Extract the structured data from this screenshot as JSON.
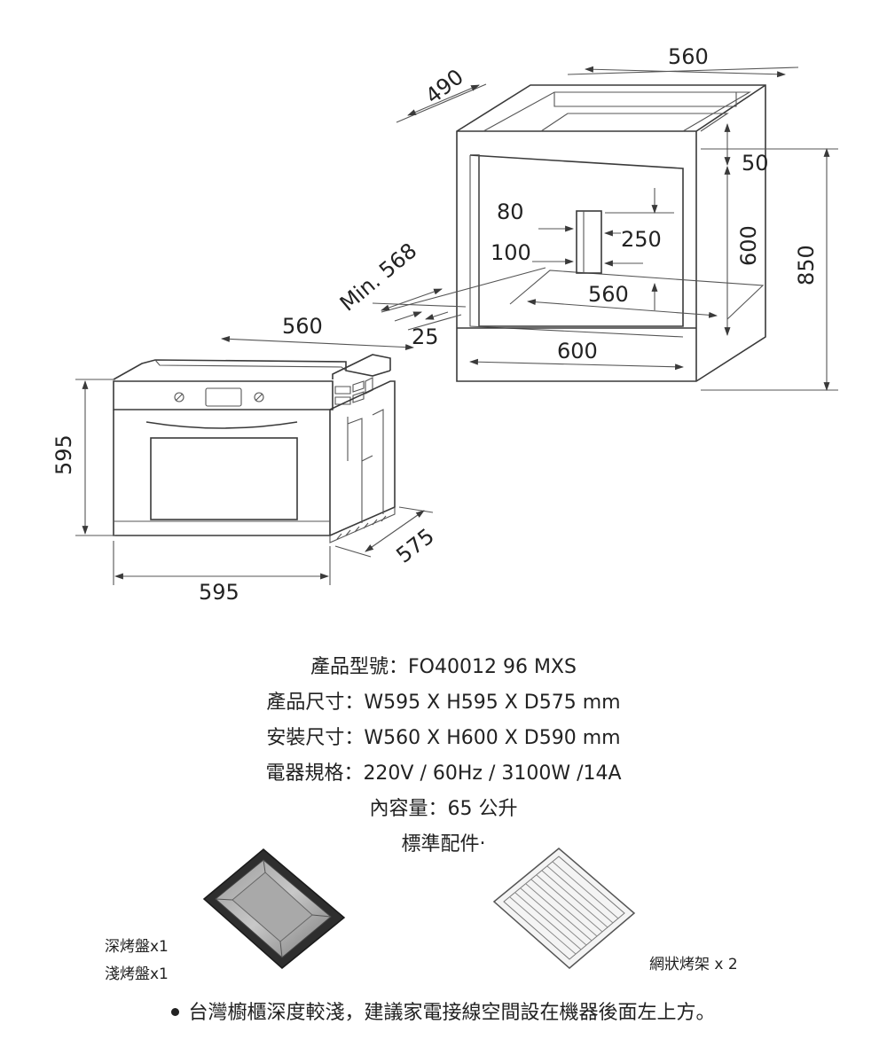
{
  "dimensions": {
    "cabinet_width_top": "560",
    "cabinet_depth_top": "490",
    "top_gap": "50",
    "inner_height": "600",
    "total_height": "850",
    "vent_80": "80",
    "vent_100": "100",
    "vent_250": "250",
    "shelf_width": "560",
    "cabinet_width_bottom": "600",
    "min_depth": "Min. 568",
    "front_gap": "25",
    "oven_top_width": "560",
    "oven_height": "595",
    "oven_width": "595",
    "oven_depth": "575"
  },
  "specs": [
    "產品型號：FO40012 96 MXS",
    "產品尺寸：W595 X H595 X D575 mm",
    "安裝尺寸：W560 X H600 X D590 mm",
    "電器規格：220V / 60Hz / 3100W /14A",
    "內容量：65 公升",
    "標準配件‧"
  ],
  "accessories": {
    "deep_tray": "深烤盤x1",
    "shallow_tray": "淺烤盤x1",
    "wire_rack": "網狀烤架 x 2"
  },
  "note": "台灣櫥櫃深度較淺，建議家電接線空間設在機器後面左上方。"
}
